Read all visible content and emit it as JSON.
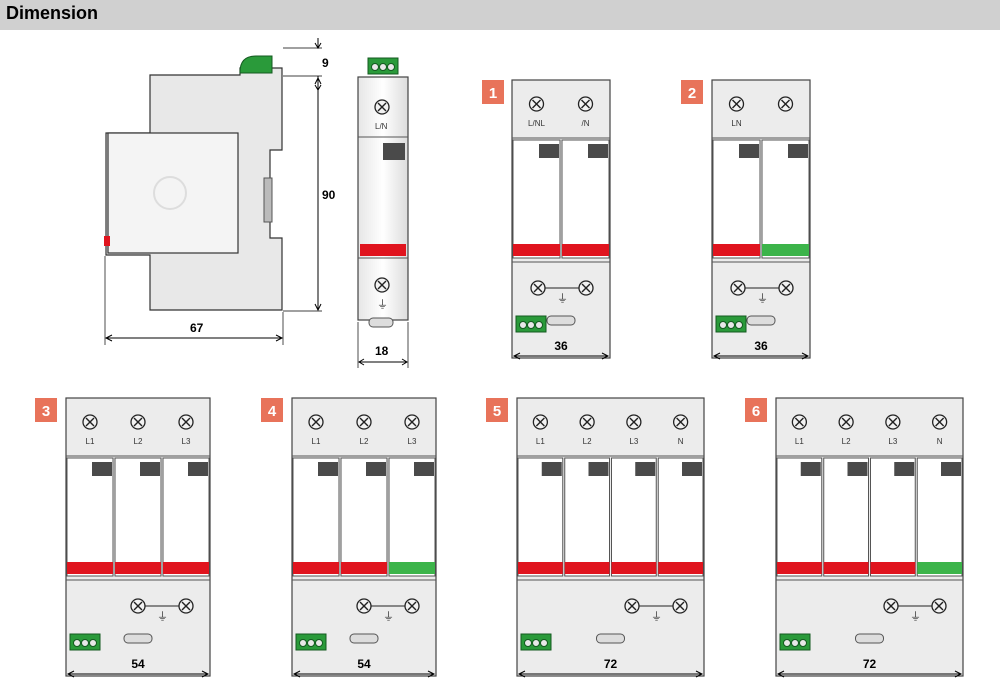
{
  "header": {
    "title": "Dimension"
  },
  "side_view": {
    "height_top": "9",
    "height_main": "90",
    "width": "67"
  },
  "front_view": {
    "terminal_label": "L/N",
    "width": "18"
  },
  "variants": [
    {
      "number": "1",
      "labels": [
        "L/NL",
        "/N"
      ],
      "width": "36",
      "indicators": [
        "red",
        "red"
      ]
    },
    {
      "number": "2",
      "labels": [
        "LN",
        ""
      ],
      "width": "36",
      "indicators": [
        "red",
        "green"
      ]
    },
    {
      "number": "3",
      "labels": [
        "L1",
        "L2",
        "L3"
      ],
      "width": "54",
      "indicators": [
        "red",
        "red",
        "red"
      ]
    },
    {
      "number": "4",
      "labels": [
        "L1",
        "L2",
        "L3"
      ],
      "width": "54",
      "indicators": [
        "red",
        "red",
        "green"
      ]
    },
    {
      "number": "5",
      "labels": [
        "L1",
        "L2",
        "L3",
        "N"
      ],
      "width": "72",
      "indicators": [
        "red",
        "red",
        "red",
        "red"
      ]
    },
    {
      "number": "6",
      "labels": [
        "L1",
        "L2",
        "L3",
        "N"
      ],
      "width": "72",
      "indicators": [
        "red",
        "red",
        "red",
        "green"
      ]
    }
  ],
  "colors": {
    "badge": "#e8735a",
    "indicator_red": "#e0141e",
    "indicator_green": "#3cb44a",
    "terminal_green": "#2a9a3a"
  }
}
